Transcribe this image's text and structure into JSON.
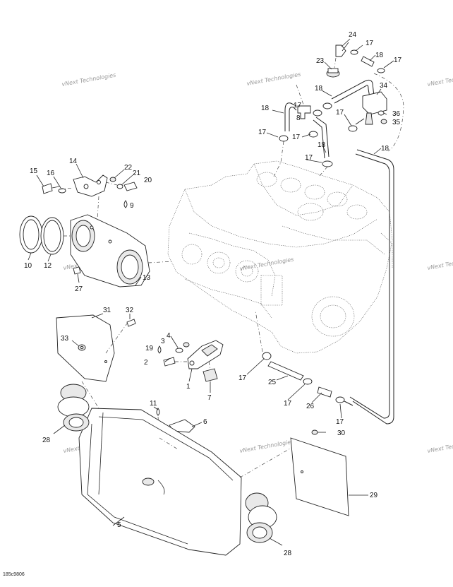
{
  "watermark_text": "vNext Technologies",
  "drawing_code": "185c9806",
  "callouts": {
    "c1": "1",
    "c2": "2",
    "c3": "3",
    "c4": "4",
    "c5": "5",
    "c6": "6",
    "c7": "7",
    "c8": "8",
    "c9": "9",
    "c10": "10",
    "c11": "11",
    "c12": "12",
    "c13": "13",
    "c14": "14",
    "c15": "15",
    "c16": "16",
    "c17": "17",
    "c18": "18",
    "c19": "19",
    "c20": "20",
    "c21": "21",
    "c22": "22",
    "c23": "23",
    "c24": "24",
    "c25": "25",
    "c26": "26",
    "c27": "27",
    "c28": "28",
    "c29": "29",
    "c30": "30",
    "c31": "31",
    "c32": "32",
    "c33": "33",
    "c34": "34",
    "c35": "35",
    "c36": "36"
  }
}
